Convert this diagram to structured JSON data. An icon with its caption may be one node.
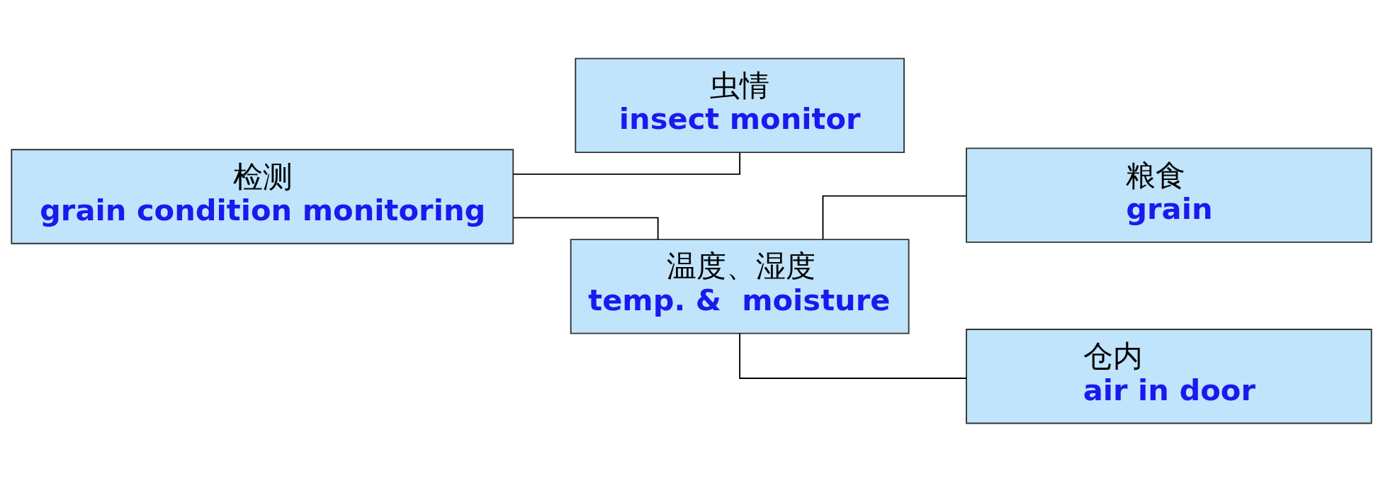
{
  "diagram": {
    "nodes": [
      {
        "text": [
          "检测",
          "grain condition monitoring"
        ]
      },
      {
        "text": [
          "虫情",
          "insect monitor"
        ]
      },
      {
        "text": [
          "温度、湿度",
          "temp. &  moisture"
        ]
      },
      {
        "text": [
          "粮食",
          "grain"
        ]
      },
      {
        "text": [
          "仓内",
          "air in door"
        ]
      }
    ],
    "edges": [
      {
        "from": 0,
        "to": 1,
        "arrow": "none"
      },
      {
        "from": 0,
        "to": 2,
        "arrow": "none"
      },
      {
        "from": 2,
        "to": 3,
        "arrow": "none"
      },
      {
        "from": 2,
        "to": 4,
        "arrow": "none"
      }
    ]
  }
}
